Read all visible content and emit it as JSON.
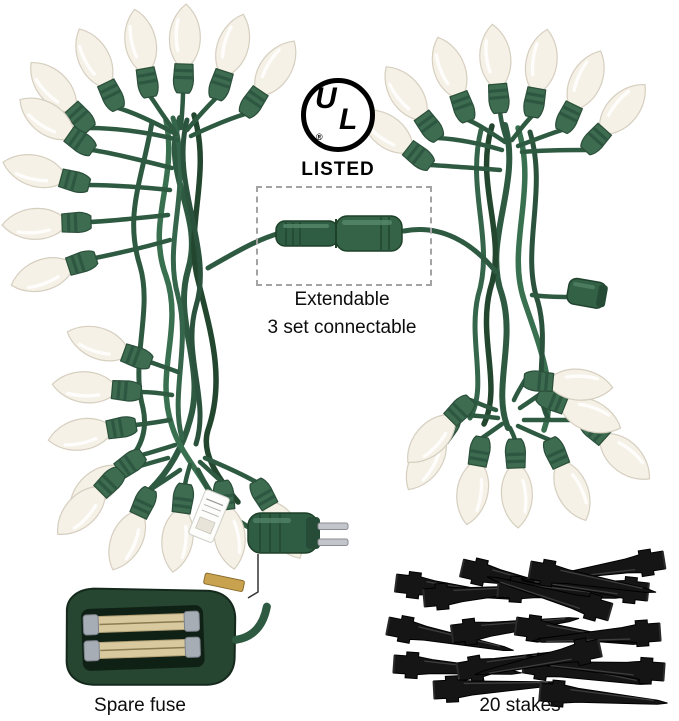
{
  "ul_badge": {
    "letter_u": "U",
    "letter_l": "L",
    "registered": "®",
    "listed": "LISTED"
  },
  "connector_callout": {
    "line1": "Extendable",
    "line2": "3 set connectable"
  },
  "labels": {
    "spare_fuse": "Spare fuse",
    "stakes": "20 stakes"
  },
  "colors": {
    "background": "#ffffff",
    "wire_green": "#2e5a42",
    "socket_green": "#3d6c51",
    "bulb_glass": "#f5f1e6",
    "stake_black": "#151515",
    "text": "#0d0d0d",
    "dashed_box": "#a3a3a3"
  }
}
